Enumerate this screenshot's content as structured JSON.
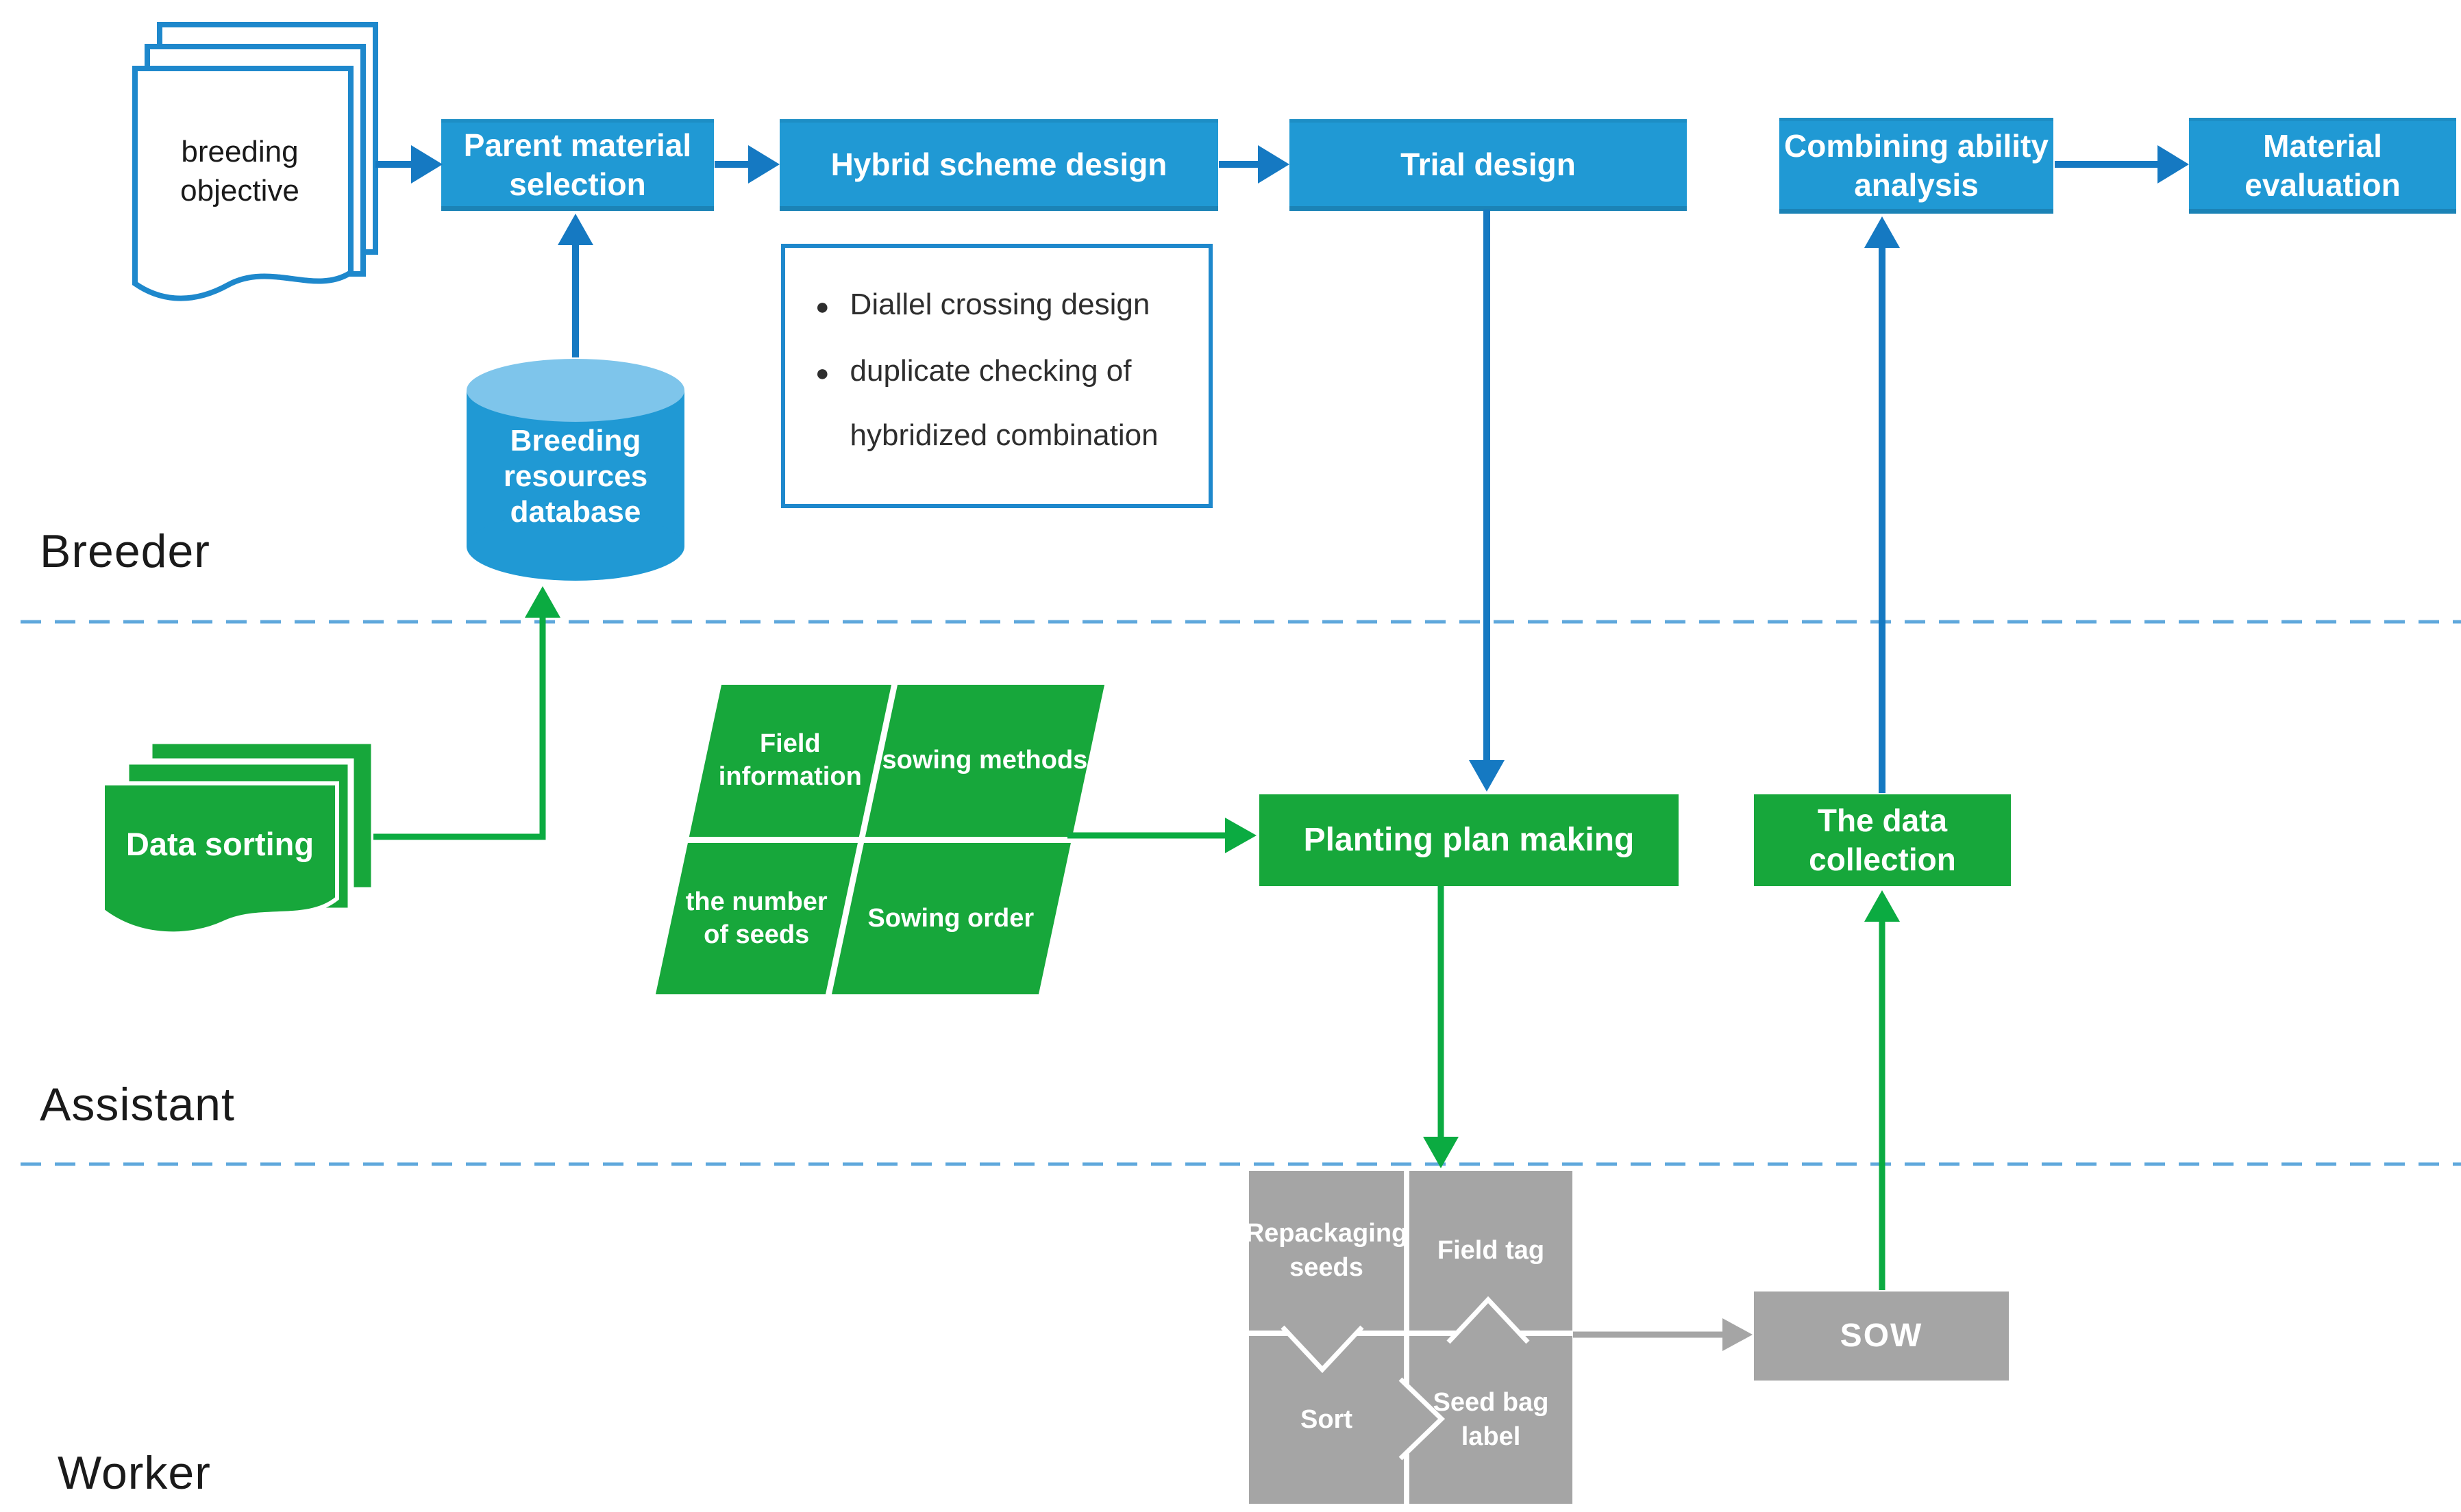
{
  "colors": {
    "box_blue": "#2099D4",
    "arrow_blue": "#1579C2",
    "cylinder_top_blue": "#7EC5EB",
    "dashed_blue": "#5FA8DC",
    "doc_border_blue": "#1E88CC",
    "green": "#17A73B",
    "arrow_green": "#0BAB41",
    "gray": "#A5A5A5",
    "text": "#1A1A1A"
  },
  "lanes": {
    "breeder": "Breeder",
    "assistant": "Assistant",
    "worker": "Worker"
  },
  "breeder": {
    "objective_doc": "breeding objective",
    "boxes": {
      "parent": "Parent material selection",
      "hybrid": "Hybrid scheme design",
      "trial": "Trial design",
      "combining": "Combining ability analysis",
      "material": "Material evaluation"
    },
    "database": "Breeding resources database",
    "notes": {
      "bullet1": "Diallel crossing design",
      "bullet2": "duplicate checking of hybridized combination"
    }
  },
  "assistant": {
    "data_sorting": "Data sorting",
    "inputs": {
      "field_information": "Field information",
      "sowing_methods": "sowing methods",
      "number_of_seeds": "the number of seeds",
      "sowing_order": "Sowing order"
    },
    "planting": "Planting plan making",
    "collection": "The data collection"
  },
  "worker": {
    "tasks": {
      "repackaging": "Repackaging seeds",
      "field_tag": "Field tag",
      "sort": "Sort",
      "seed_bag": "Seed bag label"
    },
    "sow": "SOW"
  }
}
